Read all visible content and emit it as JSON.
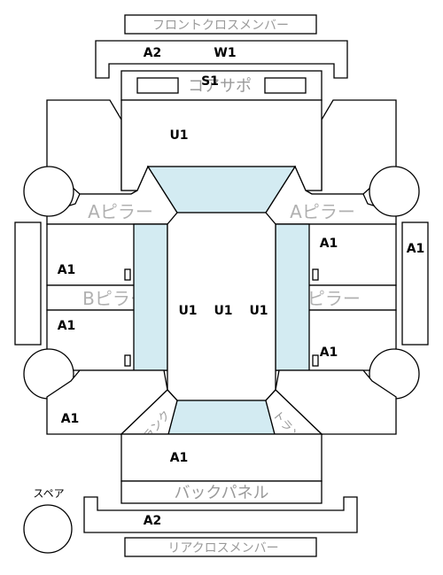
{
  "labels": {
    "front_cross_member": "フロントクロスメンバー",
    "core_support": "コアサポ",
    "a_pillar_left": "Aピラー",
    "a_pillar_right": "Aピラー",
    "b_pillar_left": "Bピラー",
    "b_pillar_right": "Bピラー",
    "trunk_left": "トランク",
    "trunk_right": "トランク",
    "back_panel": "バックパネル",
    "spare": "スペア",
    "rear_cross_member": "リアクロスメンバー"
  },
  "grades": {
    "front_a2": "A2",
    "front_w1": "W1",
    "core_s1": "S1",
    "hood_u1": "U1",
    "front_left_door_a1": "A1",
    "rear_left_door_a1": "A1",
    "front_right_door_a1": "A1",
    "rear_right_door_a1": "A1",
    "right_side_a1": "A1",
    "roof_u1_left": "U1",
    "roof_u1_center": "U1",
    "roof_u1_right": "U1",
    "rear_left_fender_a1": "A1",
    "trunk_a1": "A1",
    "rear_a2": "A2"
  }
}
